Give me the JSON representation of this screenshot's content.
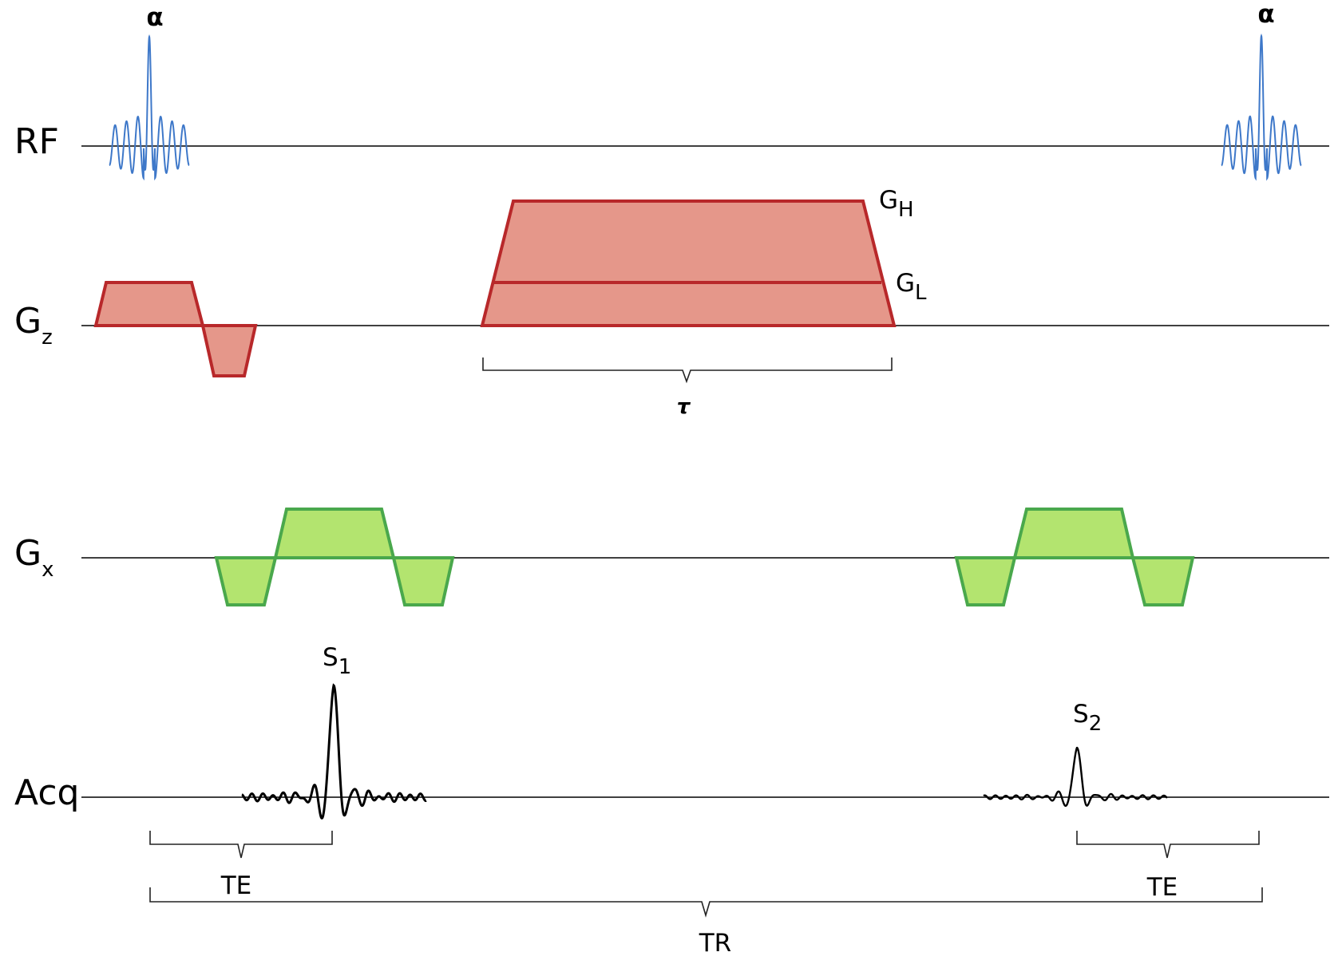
{
  "rows": {
    "rf": {
      "label": "RF"
    },
    "gz": {
      "label": "G",
      "sub": "z"
    },
    "gx": {
      "label": "G",
      "sub": "x"
    },
    "acq": {
      "label": "Acq"
    }
  },
  "pulses": {
    "first": {
      "label": "α"
    },
    "second": {
      "label": "α"
    }
  },
  "gradients": {
    "high": {
      "label": "G",
      "sub": "H"
    },
    "low": {
      "label": "G",
      "sub": "L"
    },
    "duration": {
      "label": "τ"
    }
  },
  "signals": {
    "s1": {
      "label": "S",
      "sub": "1"
    },
    "s2": {
      "label": "S",
      "sub": "2"
    }
  },
  "intervals": {
    "te1": {
      "label": "TE"
    },
    "te2": {
      "label": "TE"
    },
    "tr": {
      "label": "TR"
    }
  },
  "colors": {
    "rf": "#3e78c9",
    "gz_fill": "#e5978a",
    "gz_stroke": "#b8282a",
    "gx_fill": "#b3e46f",
    "gx_stroke": "#4aa84c",
    "signal": "#000000"
  }
}
